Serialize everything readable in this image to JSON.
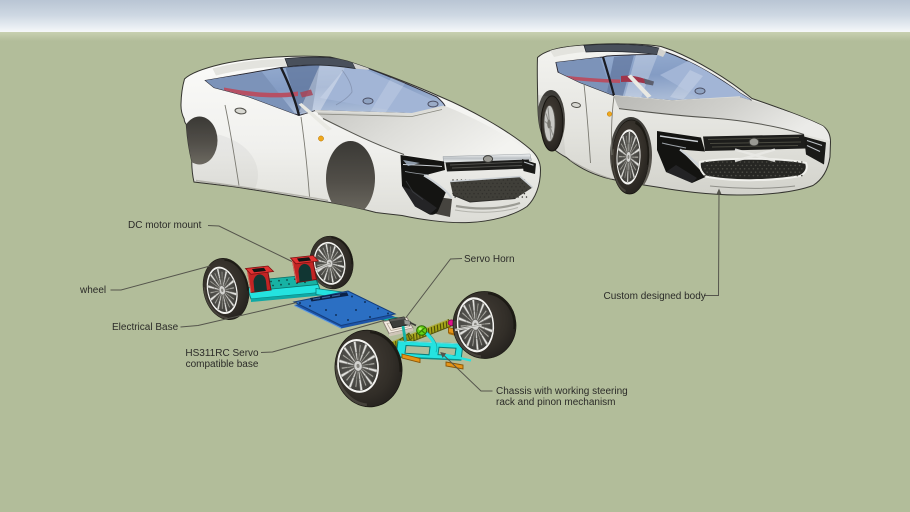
{
  "scene": {
    "app": "SketchUp model viewport",
    "subject": "Remote control car 3D model: custom body shells and RC chassis with labeled parts",
    "sky_top_color": "#b7c4d4",
    "sky_bottom_color": "#f7f9fa",
    "ground_color": "#b2bd9a",
    "label_text_color": "#2b2b28",
    "leader_line_color": "#55554c"
  },
  "objects": {
    "left_car": "custom designed car body shell (no wheels)",
    "right_car": "custom designed car body on chassis (complete)",
    "chassis": "RC car chassis assembly"
  },
  "part_colors": {
    "car_body": "#f0f0ec",
    "glass": "#8da6cb",
    "chassis_frame_cyan": "#22e0dd",
    "motor_mount_red": "#cc1f1f",
    "electrical_base_blue": "#2b6fc3",
    "servo_base_cream": "#f4ebe2",
    "servo_horn_green": "#5dc810",
    "steering_rack_olive": "#a3a319",
    "tie_rod_orange": "#e59417",
    "pinion_magenta": "#e00c8a",
    "tire_black": "#2e2c29",
    "rim_silver": "#cfcfcd"
  },
  "annotations": [
    {
      "id": "dc-motor-mount",
      "lines": [
        "DC motor mount"
      ]
    },
    {
      "id": "wheel",
      "lines": [
        "wheel"
      ]
    },
    {
      "id": "electrical-base",
      "lines": [
        "Electrical Base"
      ]
    },
    {
      "id": "hs311rc-servo-base",
      "lines": [
        "HS311RC Servo",
        "compatible base"
      ]
    },
    {
      "id": "servo-horn",
      "lines": [
        "Servo Horn"
      ]
    },
    {
      "id": "custom-designed-body",
      "lines": [
        "Custom designed body"
      ]
    },
    {
      "id": "chassis-steering",
      "lines": [
        "Chassis with working steering",
        "rack and pinon mechanism"
      ]
    }
  ]
}
